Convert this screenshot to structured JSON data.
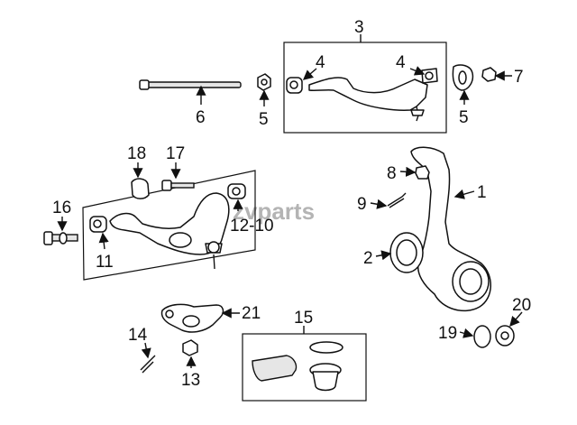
{
  "watermark": "zvparts",
  "callouts": {
    "c1": "1",
    "c2": "2",
    "c3": "3",
    "c4a": "4",
    "c4b": "4",
    "c5a": "5",
    "c5b": "5",
    "c6": "6",
    "c7": "7",
    "c8": "8",
    "c9": "9",
    "c11": "11",
    "c12_10": "12-10",
    "c13": "13",
    "c14": "14",
    "c15": "15",
    "c16": "16",
    "c17": "17",
    "c18": "18",
    "c19": "19",
    "c20": "20",
    "c21": "21"
  }
}
